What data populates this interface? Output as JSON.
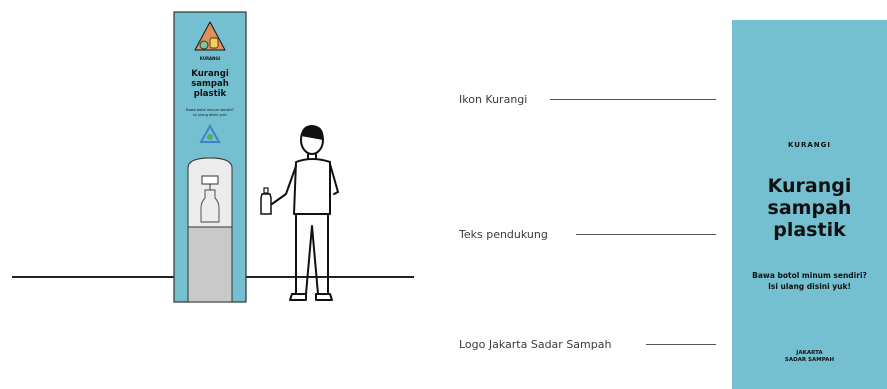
{
  "colors": {
    "panel_bg": "#74bfd0",
    "triangle": "#e0915a",
    "bag_green": "#7cc79a",
    "bag_yellow": "#f2cf5a",
    "ink": "#111111",
    "logo_blue": "#3d86c6",
    "logo_yellow": "#f1c84a",
    "logo_green": "#4fb06b",
    "logo_orange": "#e98b4b"
  },
  "callouts": [
    {
      "label": "Ikon Kurangi"
    },
    {
      "label": "Teks pendukung"
    },
    {
      "label": "Logo Jakarta Sadar Sampah"
    }
  ],
  "panel": {
    "brand": "KURANGI",
    "headline": [
      "Kurangi",
      "sampah",
      "plastik"
    ],
    "subtext": [
      "Bawa botol minum sendiri?",
      "Isi ulang disini yuk!"
    ],
    "logo_caption": [
      "JAKARTA",
      "SADAR SAMPAH"
    ]
  },
  "kiosk": {
    "brand": "KURANGI",
    "headline": [
      "Kurangi",
      "sampah",
      "plastik"
    ],
    "subtext": [
      "Bawa botol minum sendiri?",
      "Isi ulang disini yuk!"
    ]
  },
  "icons": [
    "kurangi-icon",
    "jakarta-sadar-sampah-logo",
    "water-dispenser-icon",
    "person-icon",
    "bottle-icon"
  ]
}
